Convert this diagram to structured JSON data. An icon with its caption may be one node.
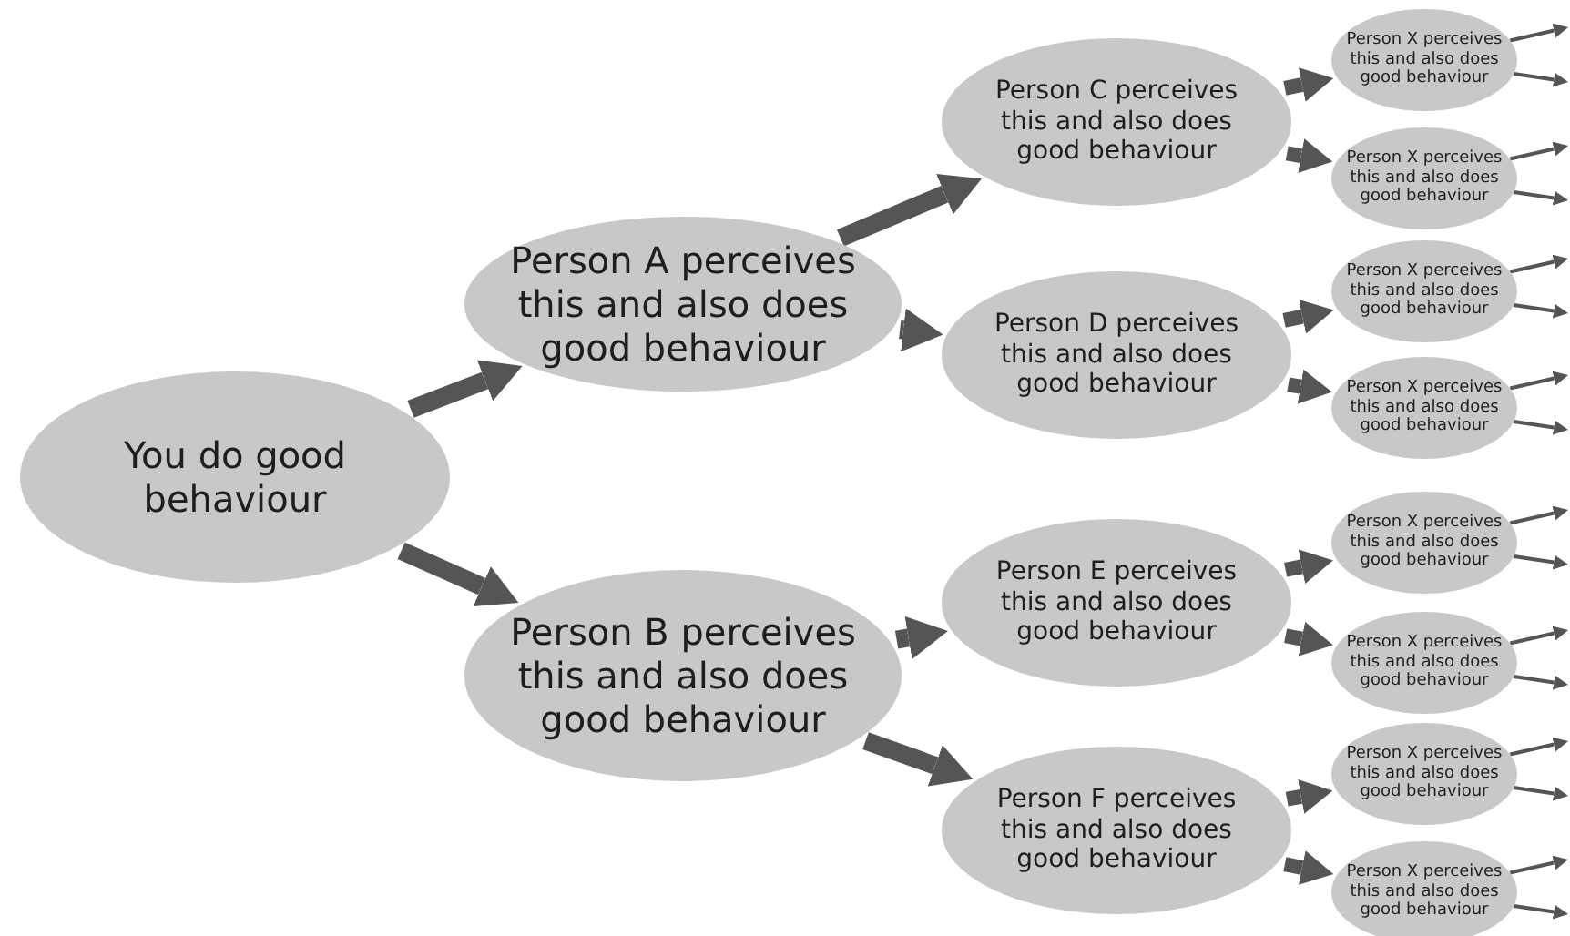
{
  "diagram": {
    "nodes": [
      {
        "text": [
          "You do good behaviour"
        ]
      },
      {
        "text": [
          "Person A perceives this and also does good behaviour"
        ]
      },
      {
        "text": [
          "Person B perceives this and also does good behaviour"
        ]
      },
      {
        "text": [
          "Person C perceives this and also does good behaviour"
        ]
      },
      {
        "text": [
          "Person D perceives this and also does good behaviour"
        ]
      },
      {
        "text": [
          "Person E perceives this and also does good behaviour"
        ]
      },
      {
        "text": [
          "Person F perceives this and also does good behaviour"
        ]
      },
      {
        "text": [
          "Person X perceives this and also does good behaviour"
        ]
      },
      {
        "text": [
          "Person X perceives this and also does good behaviour"
        ]
      },
      {
        "text": [
          "Person X perceives this and also does good behaviour"
        ]
      },
      {
        "text": [
          "Person X perceives this and also does good behaviour"
        ]
      },
      {
        "text": [
          "Person X perceives this and also does good behaviour"
        ]
      },
      {
        "text": [
          "Person X perceives this and also does good behaviour"
        ]
      },
      {
        "text": [
          "Person X perceives this and also does good behaviour"
        ]
      },
      {
        "text": [
          "Person X perceives this and also does good behaviour"
        ]
      }
    ],
    "edges": [
      {
        "from": 0,
        "to": 1,
        "arrow": "to",
        "style": "thick"
      },
      {
        "from": 0,
        "to": 2,
        "arrow": "to",
        "style": "thick"
      },
      {
        "from": 1,
        "to": 3,
        "arrow": "to",
        "style": "thick"
      },
      {
        "from": 1,
        "to": 4,
        "arrow": "to",
        "style": "thick"
      },
      {
        "from": 2,
        "to": 5,
        "arrow": "to",
        "style": "thick"
      },
      {
        "from": 2,
        "to": 6,
        "arrow": "to",
        "style": "thick"
      },
      {
        "from": 3,
        "to": 7,
        "arrow": "to",
        "style": "thick"
      },
      {
        "from": 3,
        "to": 8,
        "arrow": "to",
        "style": "thick"
      },
      {
        "from": 4,
        "to": 9,
        "arrow": "to",
        "style": "thick"
      },
      {
        "from": 4,
        "to": 10,
        "arrow": "to",
        "style": "thick"
      },
      {
        "from": 5,
        "to": 11,
        "arrow": "to",
        "style": "thick"
      },
      {
        "from": 5,
        "to": 12,
        "arrow": "to",
        "style": "thick"
      },
      {
        "from": 6,
        "to": 13,
        "arrow": "to",
        "style": "thick"
      },
      {
        "from": 6,
        "to": 14,
        "arrow": "to",
        "style": "thick"
      },
      {
        "from": 7,
        "to": null,
        "arrow": "to"
      },
      {
        "from": 7,
        "to": null,
        "arrow": "to"
      },
      {
        "from": 8,
        "to": null,
        "arrow": "to"
      },
      {
        "from": 8,
        "to": null,
        "arrow": "to"
      },
      {
        "from": 9,
        "to": null,
        "arrow": "to"
      },
      {
        "from": 9,
        "to": null,
        "arrow": "to"
      },
      {
        "from": 10,
        "to": null,
        "arrow": "to"
      },
      {
        "from": 10,
        "to": null,
        "arrow": "to"
      },
      {
        "from": 11,
        "to": null,
        "arrow": "to"
      },
      {
        "from": 11,
        "to": null,
        "arrow": "to"
      },
      {
        "from": 12,
        "to": null,
        "arrow": "to"
      },
      {
        "from": 12,
        "to": null,
        "arrow": "to"
      },
      {
        "from": 13,
        "to": null,
        "arrow": "to"
      },
      {
        "from": 13,
        "to": null,
        "arrow": "to"
      },
      {
        "from": 14,
        "to": null,
        "arrow": "to"
      },
      {
        "from": 14,
        "to": null,
        "arrow": "to"
      }
    ]
  }
}
